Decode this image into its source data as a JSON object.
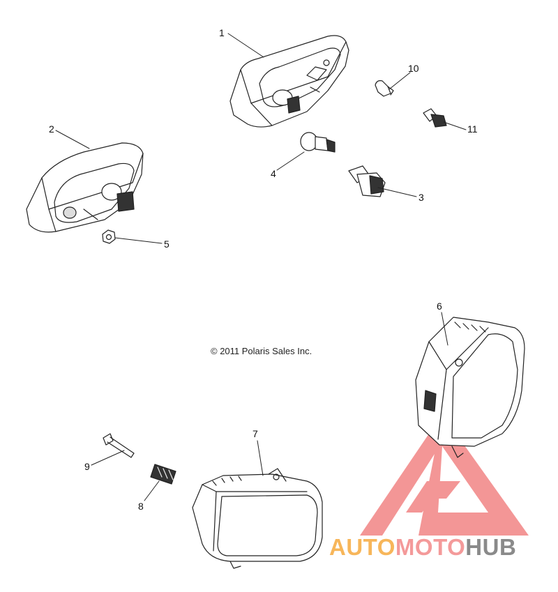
{
  "diagram": {
    "copyright": "© 2011 Polaris Sales Inc.",
    "callouts": [
      {
        "id": "c1",
        "label": "1"
      },
      {
        "id": "c2",
        "label": "2"
      },
      {
        "id": "c3",
        "label": "3"
      },
      {
        "id": "c4",
        "label": "4"
      },
      {
        "id": "c5",
        "label": "5"
      },
      {
        "id": "c6",
        "label": "6"
      },
      {
        "id": "c7",
        "label": "7"
      },
      {
        "id": "c8",
        "label": "8"
      },
      {
        "id": "c9",
        "label": "9"
      },
      {
        "id": "c10",
        "label": "10"
      },
      {
        "id": "c11",
        "label": "11"
      }
    ]
  },
  "watermark": {
    "part1": "AUTO",
    "part2": "MOTO",
    "part3": "HUB",
    "colors": {
      "auto": "#f7b65a",
      "moto": "#f49a9a",
      "hub": "#8a8a8a",
      "triangle": "#f28b8b"
    }
  }
}
